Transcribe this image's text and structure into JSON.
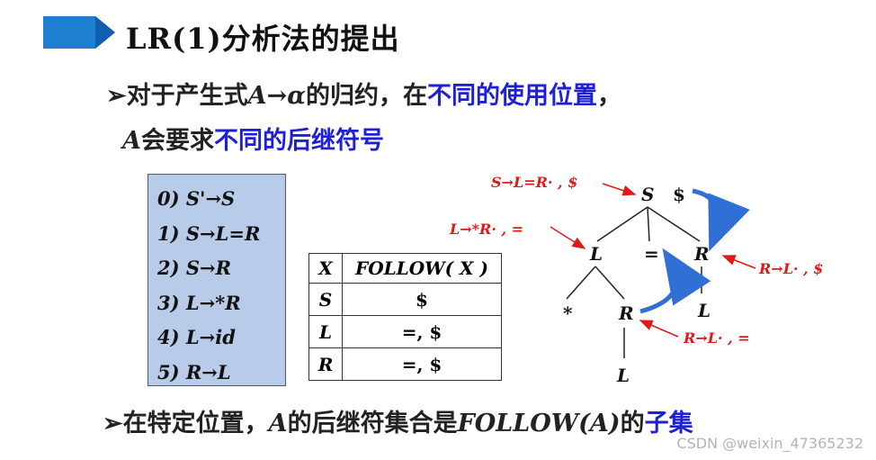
{
  "title": "LR(1)分析法的提出",
  "bullet1": {
    "prefix": "➢对于产生式",
    "production": "A→α",
    "mid": "的归约，在",
    "highlight": "不同的使用位置",
    "suffix": "，"
  },
  "bullet1b": {
    "var": "A",
    "mid": "会要求",
    "highlight": "不同的后继符号"
  },
  "grammar": [
    "0) S'→S",
    "1) S→L=R",
    "2) S→R",
    "3) L→*R",
    "4) L→id",
    "5) R→L"
  ],
  "follow_table": {
    "headers": [
      "X",
      "FOLLOW( X )"
    ],
    "rows": [
      {
        "x": "S",
        "follow": "$"
      },
      {
        "x": "L",
        "follow": "=, $"
      },
      {
        "x": "R",
        "follow": "=, $"
      }
    ]
  },
  "tree": {
    "root": "S",
    "root_end": "$",
    "nodes": [
      "L",
      "=",
      "R",
      "*",
      "R",
      "L",
      "L"
    ],
    "annotations": {
      "top": "S→L=R· , $",
      "left": "L→*R· , =",
      "right": "R→L· , $",
      "bottom": "R→L· , ="
    }
  },
  "bullet2": {
    "prefix": "➢在特定位置，",
    "var": "A",
    "mid": "的后继符集合是",
    "func": "FOLLOW(A)",
    "mid2": "的",
    "highlight": "子集"
  },
  "watermark": "CSDN @weixin_47365232",
  "colors": {
    "accent_blue": "#1f1fd6",
    "annotation_red": "#e11919",
    "arrow_blue": "#2f6fd6",
    "banner": "#1f7fd0"
  }
}
